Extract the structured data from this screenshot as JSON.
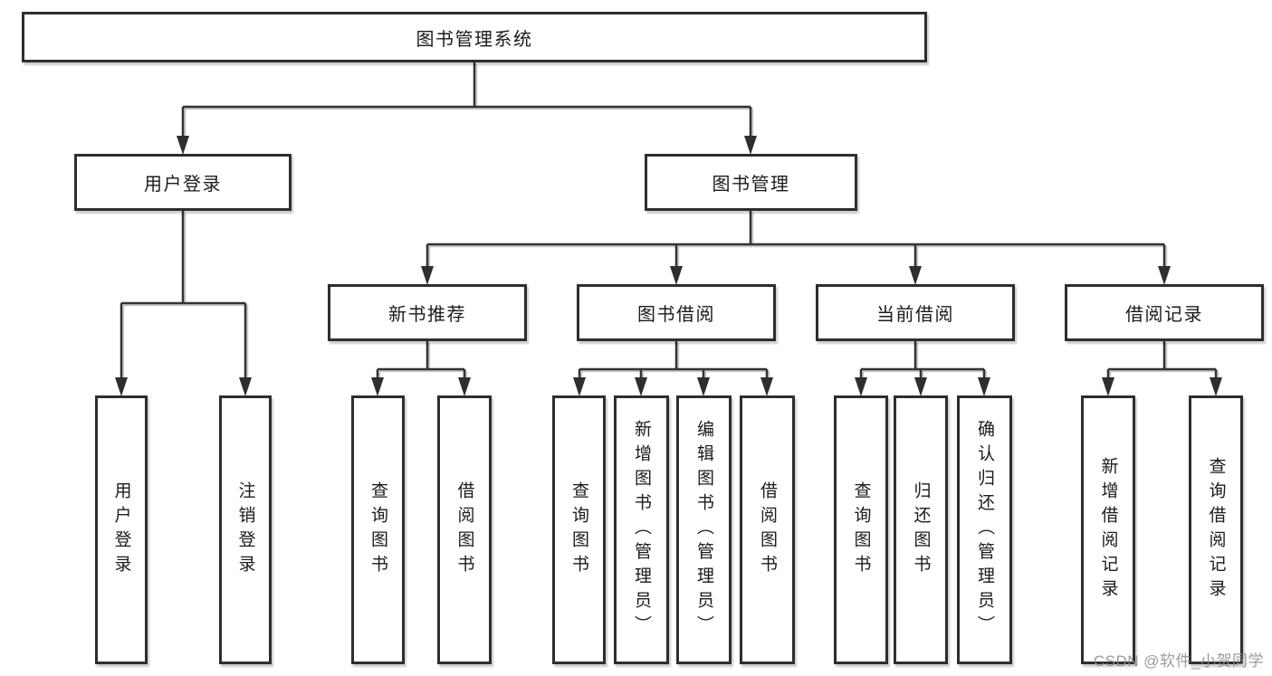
{
  "diagram_type": "hierarchy-tree",
  "hierarchy": {
    "label": "图书管理系统",
    "children": [
      {
        "label": "用户登录",
        "children": [
          {
            "label": "用户登录"
          },
          {
            "label": "注销登录"
          }
        ]
      },
      {
        "label": "图书管理",
        "children": [
          {
            "label": "新书推荐",
            "children": [
              {
                "label": "查询图书"
              },
              {
                "label": "借阅图书"
              }
            ]
          },
          {
            "label": "图书借阅",
            "children": [
              {
                "label": "查询图书"
              },
              {
                "label": "新增图书（管理员）"
              },
              {
                "label": "编辑图书（管理员）"
              },
              {
                "label": "借阅图书"
              }
            ]
          },
          {
            "label": "当前借阅",
            "children": [
              {
                "label": "查询图书"
              },
              {
                "label": "归还图书"
              },
              {
                "label": "确认归还（管理员）"
              }
            ]
          },
          {
            "label": "借阅记录",
            "children": [
              {
                "label": "新增借阅记录"
              },
              {
                "label": "查询借阅记录"
              }
            ]
          }
        ]
      }
    ]
  },
  "watermark": "CSDN @软件_小贺同学",
  "colors": {
    "line": "#333333",
    "box_border": "#2e2e2e",
    "box_fill": "#ffffff",
    "text": "#1b1b1b",
    "watermark": "#8a8a8a",
    "background": "#ffffff"
  }
}
